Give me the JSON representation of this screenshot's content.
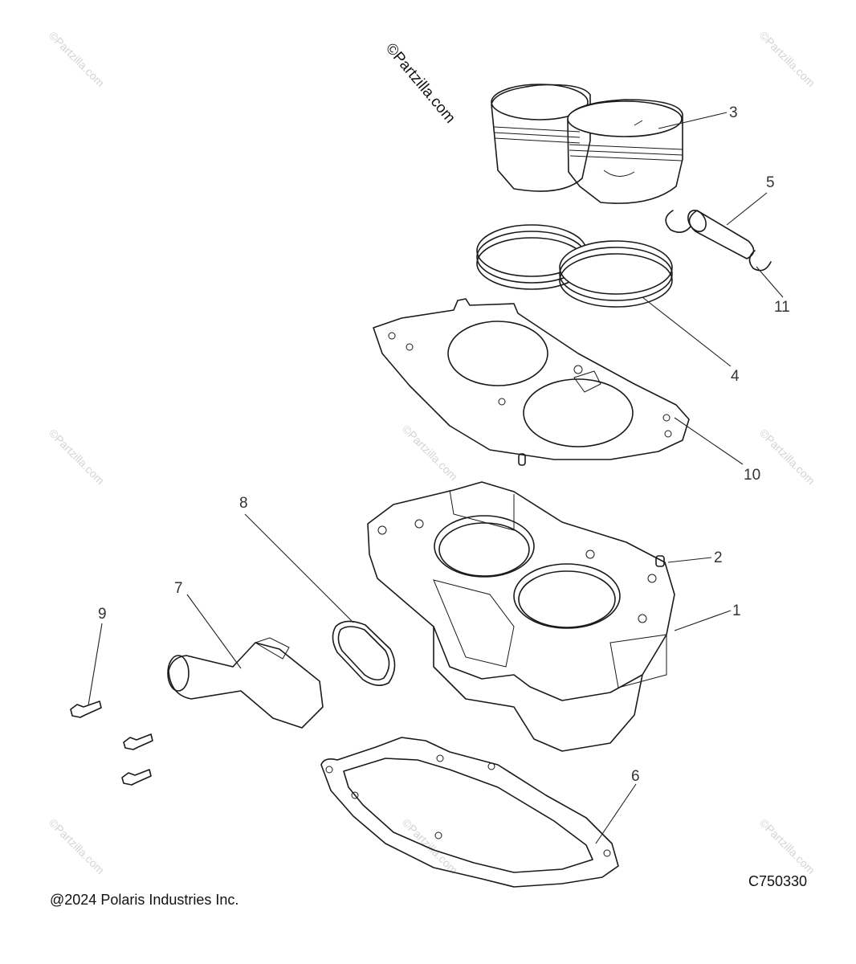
{
  "watermark_text": "©Partzilla.com",
  "stamp_text": "©Partzilla.com",
  "copyright": "@2024 Polaris Industries Inc.",
  "figure_code": "C750330",
  "callouts": {
    "c1": "1",
    "c2": "2",
    "c3": "3",
    "c4": "4",
    "c5": "5",
    "c6": "6",
    "c7": "7",
    "c8": "8",
    "c9": "9",
    "c10": "10",
    "c11": "11"
  }
}
